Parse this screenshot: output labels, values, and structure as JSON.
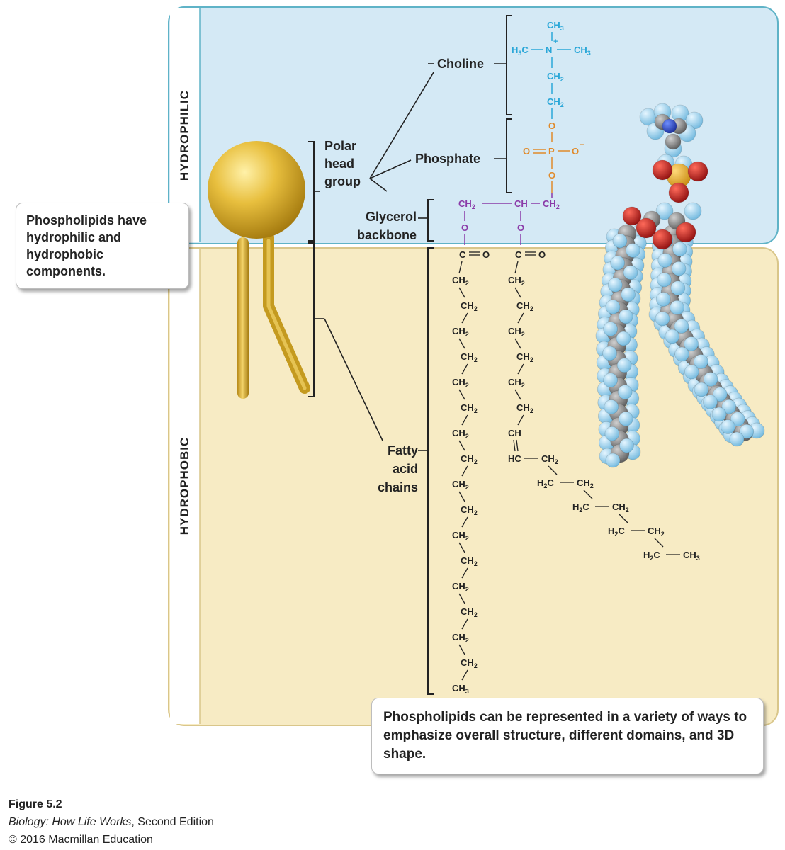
{
  "regions": {
    "hydrophilic": "HYDROPHILIC",
    "hydrophobic": "HYDROPHOBIC"
  },
  "labels": {
    "polar_head_group": [
      "Polar",
      "head",
      "group"
    ],
    "choline": "Choline",
    "phosphate": "Phosphate",
    "glycerol_backbone": [
      "Glycerol",
      "backbone"
    ],
    "fatty_acid_chains": [
      "Fatty",
      "acid",
      "chains"
    ]
  },
  "callouts": {
    "left": "Phospholipids have hydrophilic and hydrophobic components.",
    "bottom": "Phospholipids can be represented in a variety of ways to emphasize overall structure, different domains, and 3D shape."
  },
  "caption": {
    "figure": "Figure 5.2",
    "book_title": "Biology: How Life Works",
    "book_rest": ", Second Edition",
    "copyright": "© 2016 Macmillan Education"
  },
  "colors": {
    "hydrophilic_bg": "#d4e9f5",
    "hydrophilic_border": "#5fb3c7",
    "hydrophobic_bg": "#f7ebc4",
    "hydrophobic_border": "#d9c68a",
    "choline": "#2aa7d8",
    "phosphate": "#e08a2a",
    "glycerol": "#8a3aa8",
    "head_gold": "#d9ac2c"
  }
}
